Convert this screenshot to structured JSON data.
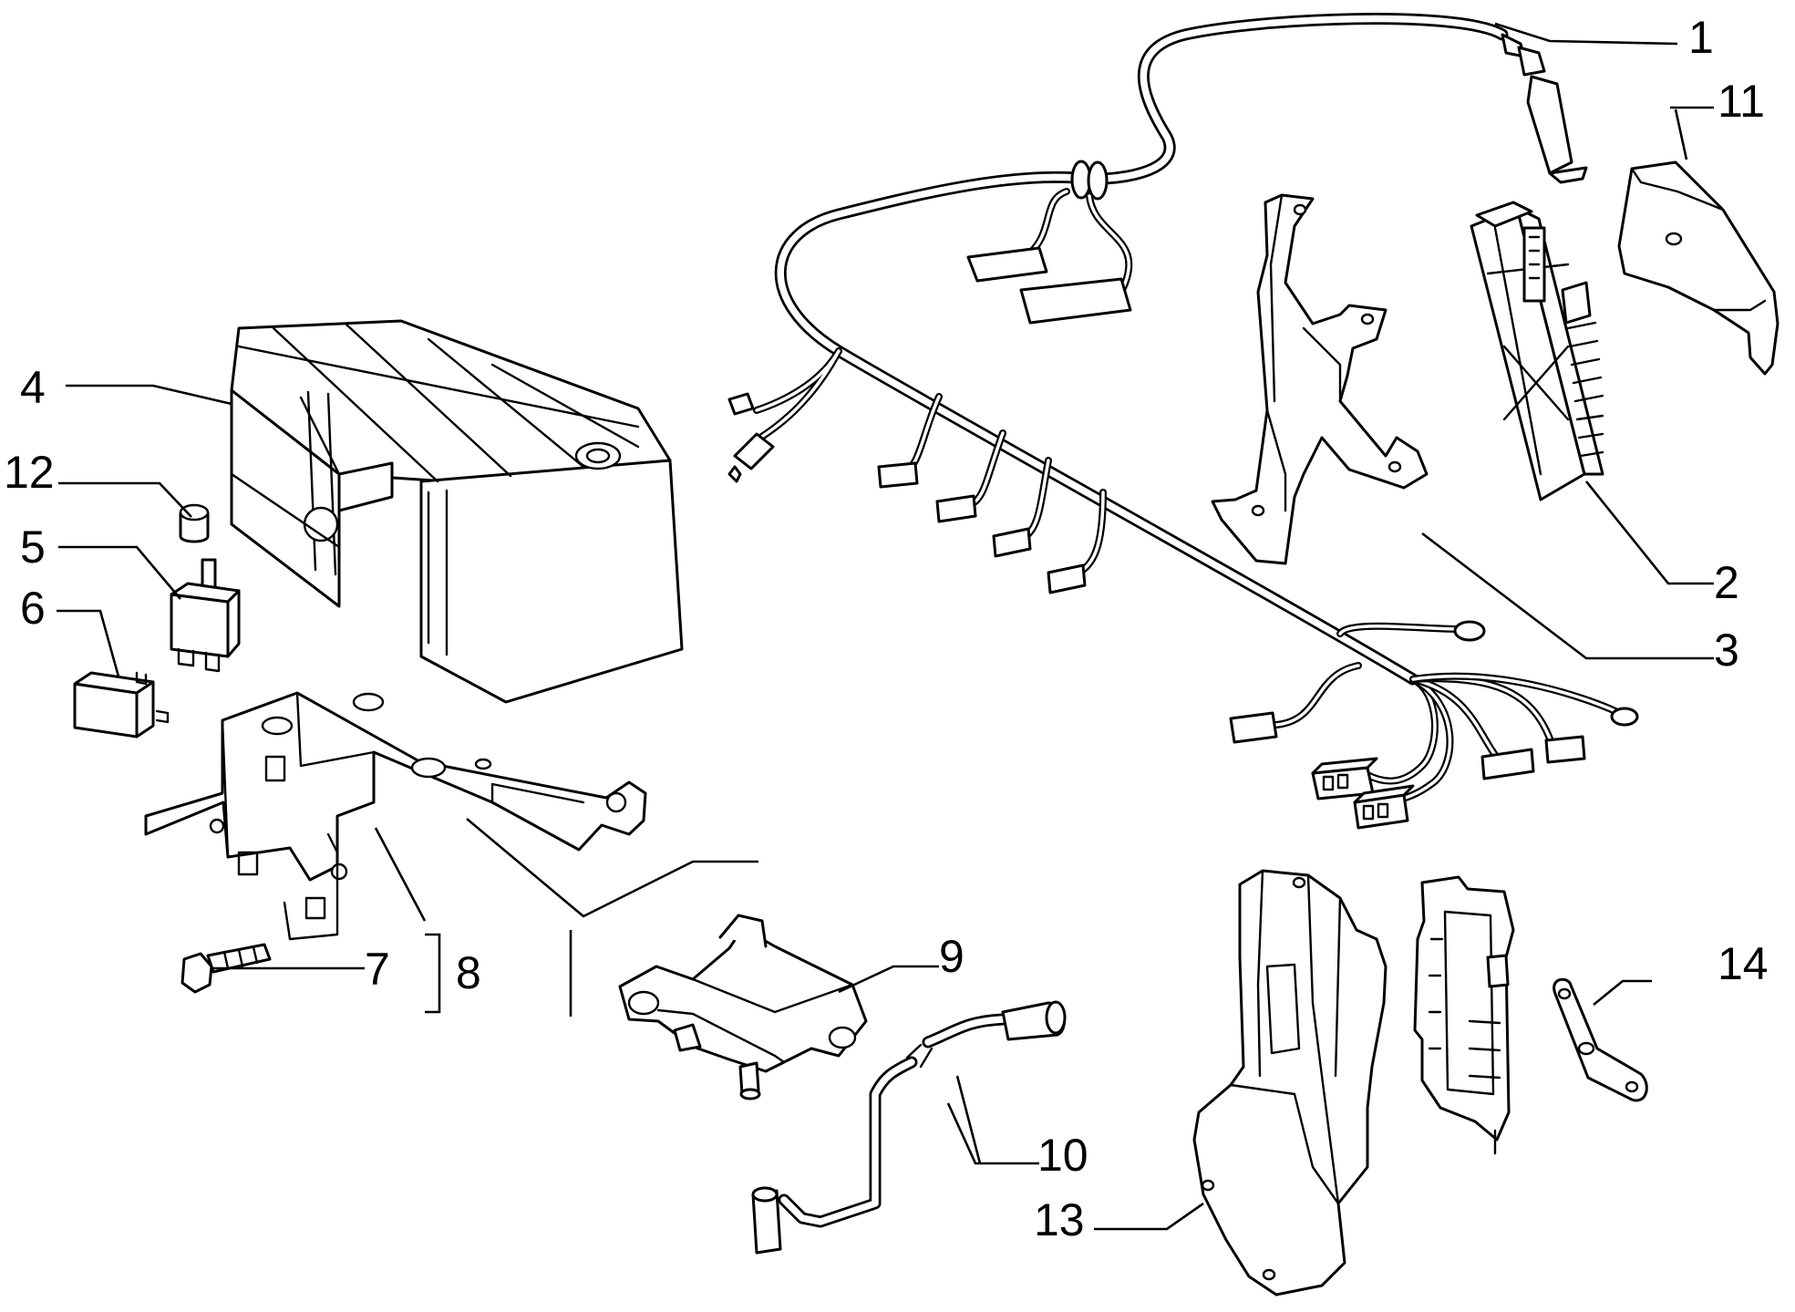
{
  "callouts": [
    {
      "id": "1",
      "text": "1"
    },
    {
      "id": "2",
      "text": "2"
    },
    {
      "id": "3",
      "text": "3"
    },
    {
      "id": "4",
      "text": "4"
    },
    {
      "id": "5",
      "text": "5"
    },
    {
      "id": "6",
      "text": "6"
    },
    {
      "id": "7",
      "text": "7"
    },
    {
      "id": "8",
      "text": "8"
    },
    {
      "id": "9",
      "text": "9"
    },
    {
      "id": "10",
      "text": "10"
    },
    {
      "id": "11",
      "text": "11"
    },
    {
      "id": "12",
      "text": "12"
    },
    {
      "id": "13",
      "text": "13"
    },
    {
      "id": "14",
      "text": "14"
    }
  ],
  "colors": {
    "line": "#000000",
    "background": "#ffffff"
  }
}
